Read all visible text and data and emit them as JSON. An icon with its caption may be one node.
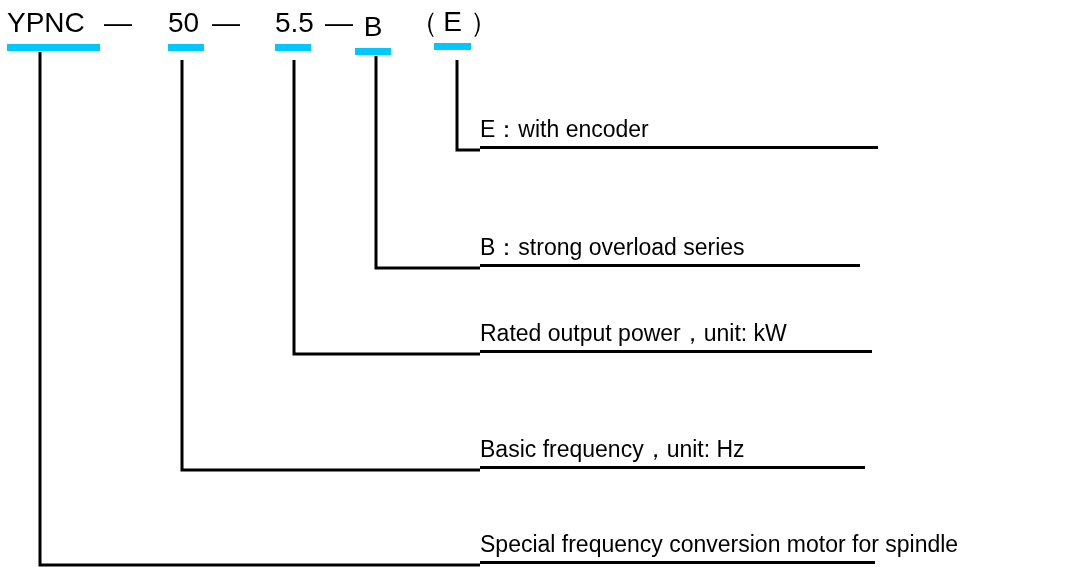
{
  "diagram": {
    "nodes": [
      {
        "text": [
          "YPNC"
        ]
      },
      {
        "text": [
          "50"
        ]
      },
      {
        "text": [
          "5.5"
        ]
      },
      {
        "text": [
          "B"
        ]
      },
      {
        "text": [
          "E"
        ]
      },
      {
        "text": [
          "E：with encoder"
        ]
      },
      {
        "text": [
          "B：strong overload series"
        ]
      },
      {
        "text": [
          "Rated output power，unit: kW"
        ]
      },
      {
        "text": [
          "Basic frequency，unit: Hz"
        ]
      },
      {
        "text": [
          "Special frequency conversion motor for spindle"
        ]
      }
    ],
    "edges": [
      {
        "from": 4,
        "to": 5,
        "arrow": "none"
      },
      {
        "from": 3,
        "to": 6,
        "arrow": "none"
      },
      {
        "from": 2,
        "to": 7,
        "arrow": "none"
      },
      {
        "from": 1,
        "to": 8,
        "arrow": "none"
      },
      {
        "from": 0,
        "to": 9,
        "arrow": "none"
      }
    ],
    "labels": [
      "—",
      "—",
      "—",
      "（",
      "）"
    ]
  }
}
